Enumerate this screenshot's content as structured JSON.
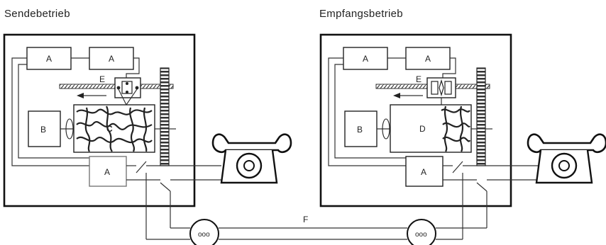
{
  "headings": {
    "send": "Sendebetrieb",
    "receive": "Empfangsbetrieb"
  },
  "labels": {
    "amplifier": "A",
    "motor": "B",
    "drum_send": "C",
    "drum_receive": "D",
    "scanner": "E",
    "line": "F",
    "socket_dots": "ooo"
  },
  "colors": {
    "ink": "#222222",
    "paper": "#ffffff"
  }
}
